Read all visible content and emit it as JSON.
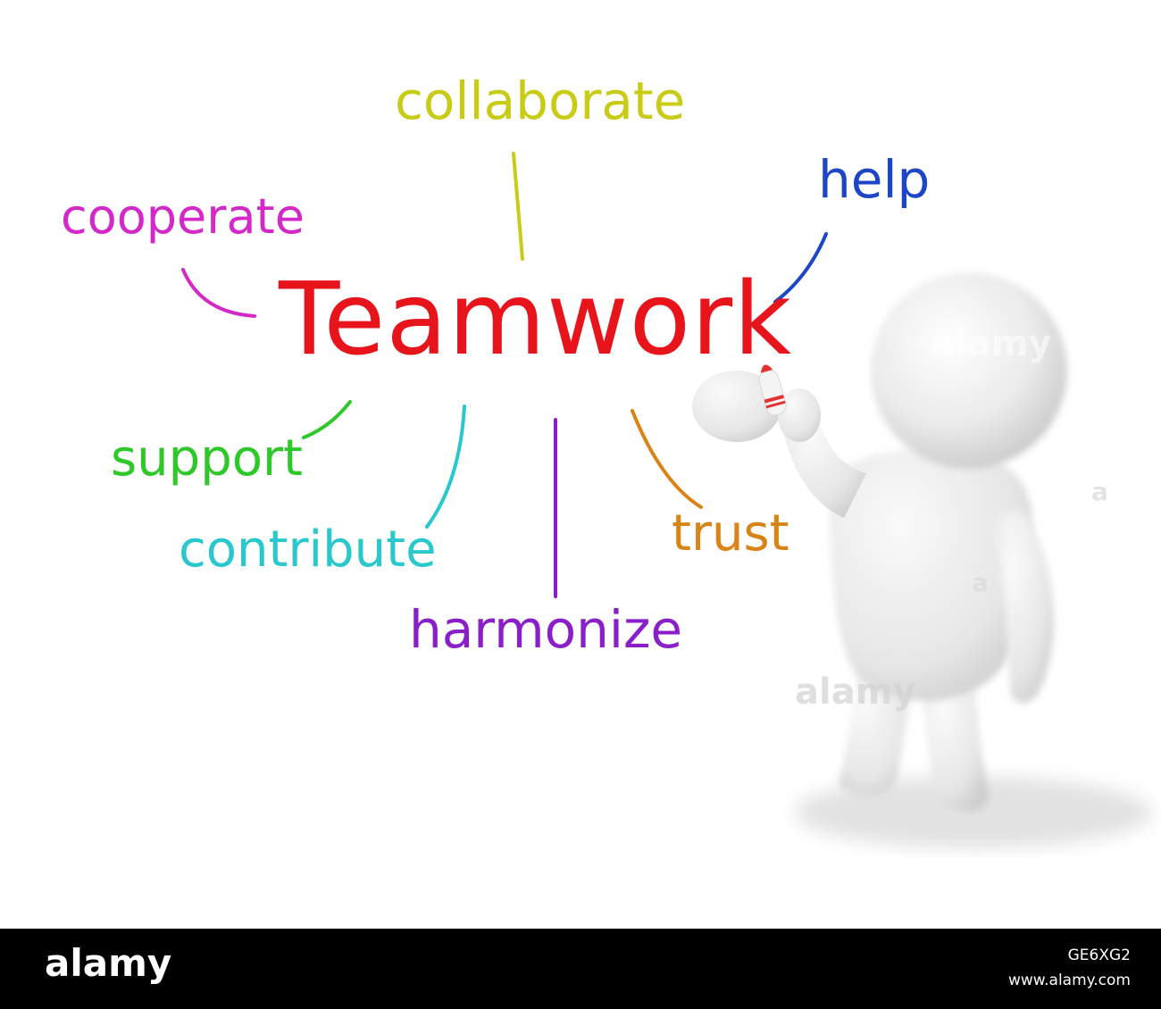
{
  "diagram": {
    "center": {
      "label": "Teamwork",
      "color": "#e8141c"
    },
    "branches": [
      {
        "id": "collaborate",
        "label": "collaborate",
        "color": "#c8cc16"
      },
      {
        "id": "help",
        "label": "help",
        "color": "#1d45c8"
      },
      {
        "id": "cooperate",
        "label": "cooperate",
        "color": "#d428c8"
      },
      {
        "id": "support",
        "label": "support",
        "color": "#2ec82a"
      },
      {
        "id": "contribute",
        "label": "contribute",
        "color": "#28c8cc"
      },
      {
        "id": "harmonize",
        "label": "harmonize",
        "color": "#8a1ec8"
      },
      {
        "id": "trust",
        "label": "trust",
        "color": "#d88416"
      }
    ]
  },
  "watermarks": [
    "alamy",
    "alamy",
    "a",
    "a"
  ],
  "footer": {
    "logo": "alamy",
    "image_id": "GE6XG2",
    "url": "www.alamy.com"
  }
}
